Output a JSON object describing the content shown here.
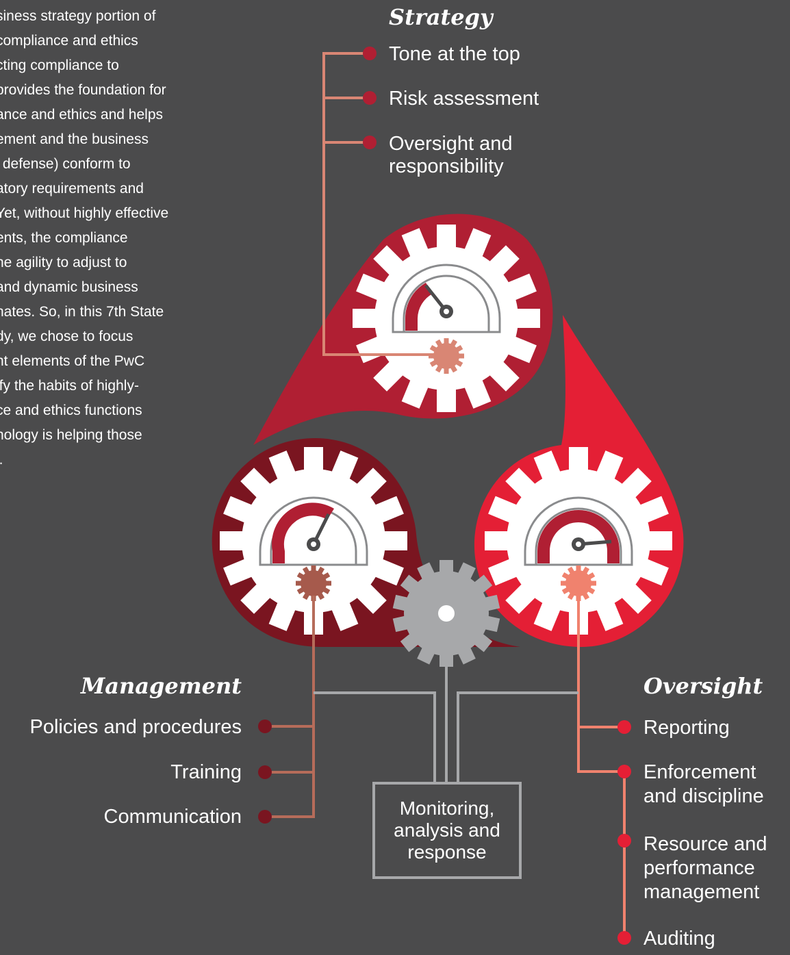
{
  "intro": {
    "lines": [
      "siness strategy portion of",
      "compliance and ethics",
      "cting compliance to",
      "provides the foundation for",
      "ance and ethics and helps",
      "ement and the business",
      "' defense) conform to",
      "atory requirements and",
      "Yet, without highly effective",
      "ents, the compliance",
      "ne agility to adjust to",
      "and dynamic business",
      "nates. So, in this 7th State",
      "dy, we chose to focus",
      "nt elements of the PwC",
      "ify the habits of highly-",
      "ce and ethics functions",
      "nology is helping those",
      "l."
    ]
  },
  "strategy": {
    "heading": "Strategy",
    "items": [
      "Tone at the top",
      "Risk assessment",
      "Oversight and",
      "responsibility"
    ]
  },
  "management": {
    "heading": "Management",
    "items": [
      "Policies and procedures",
      "Training",
      "Communication"
    ]
  },
  "oversight": {
    "heading": "Oversight",
    "items": [
      "Reporting",
      "Enforcement",
      "and discipline",
      "Resource and",
      "performance",
      "management",
      "Auditing"
    ]
  },
  "center": {
    "lines": [
      "Monitoring,",
      "analysis and",
      "response"
    ]
  },
  "colors": {
    "background": "#4b4b4c",
    "strategy": "#b01f33",
    "management": "#7a1520",
    "oversight": "#e41f35",
    "strategy_line": "#d98674",
    "management_line": "#b66c5a",
    "oversight_line": "#f0826e",
    "center_gear": "#a7a8aa"
  }
}
